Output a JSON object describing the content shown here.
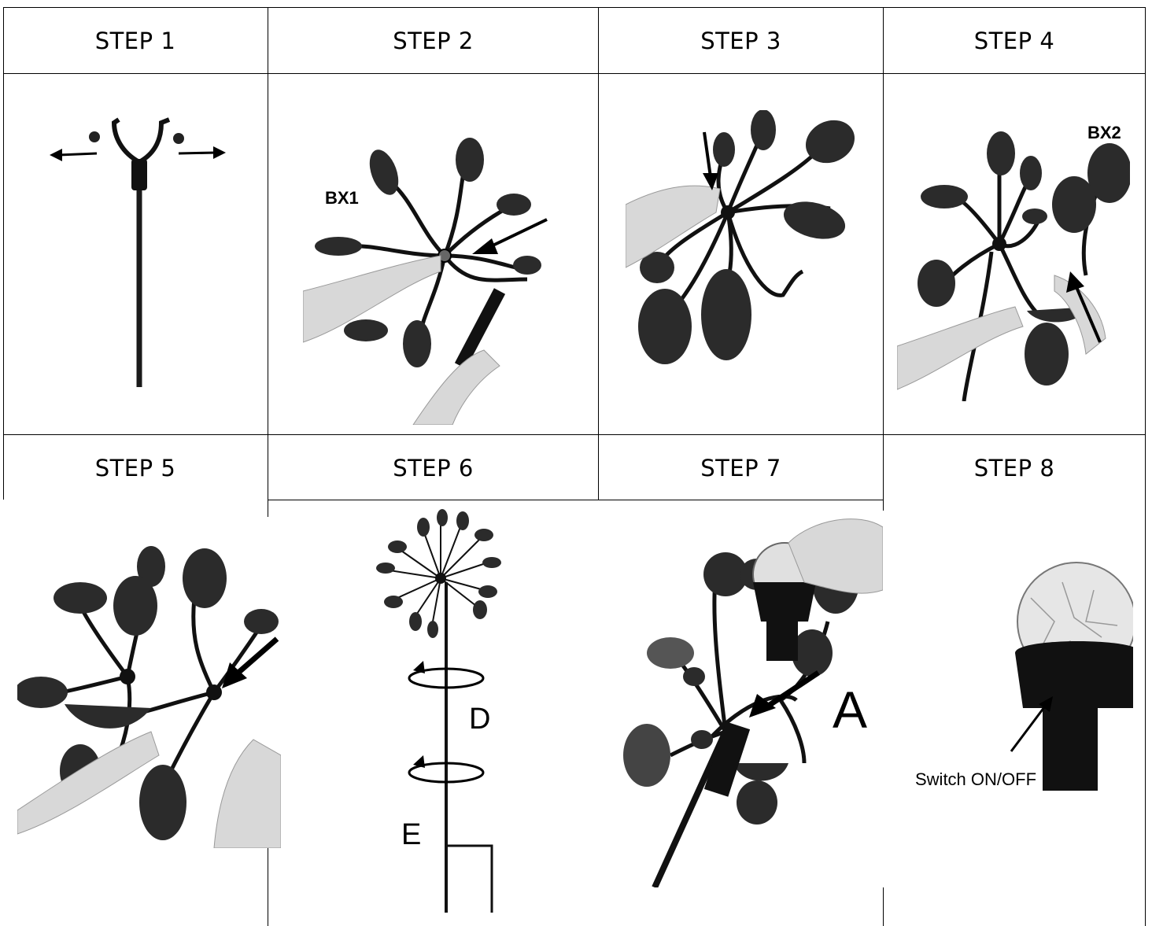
{
  "steps": [
    {
      "title": "STEP 1",
      "icon": "spinner-stem-arms-outward-icon"
    },
    {
      "title": "STEP 2",
      "icon": "attach-bx1-spinner-icon",
      "callout": "BX1"
    },
    {
      "title": "STEP 3",
      "icon": "fasten-cap-icon"
    },
    {
      "title": "STEP 4",
      "icon": "attach-bx2-spinner-icon",
      "callout": "BX2"
    },
    {
      "title": "STEP 5",
      "icon": "fasten-second-cap-icon"
    },
    {
      "title": "STEP 6",
      "icon": "screw-stake-sections-icon",
      "callouts": [
        "D",
        "E"
      ]
    },
    {
      "title": "STEP 7",
      "icon": "insert-solar-globe-icon",
      "callout": "A"
    },
    {
      "title": "STEP 8",
      "icon": "solar-globe-switch-icon",
      "callout": "Switch ON/OFF"
    }
  ],
  "colors": {
    "ink": "#000000",
    "metal": "#2b2b2b",
    "metal_light": "#8a8a8a",
    "paper": "#ffffff"
  }
}
